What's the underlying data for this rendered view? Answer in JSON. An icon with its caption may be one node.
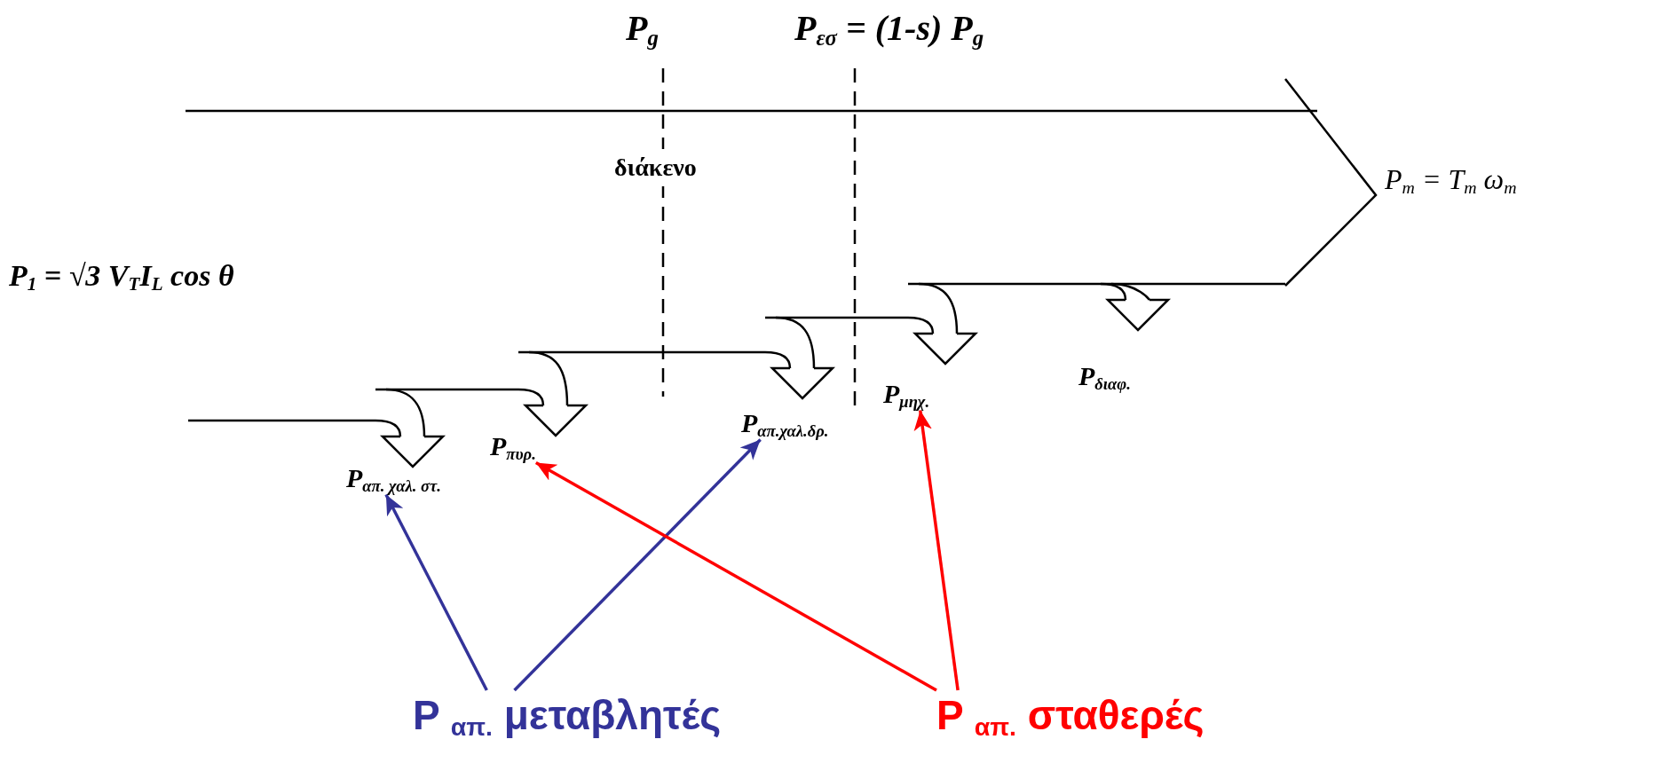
{
  "diagram": {
    "nodes": [
      {
        "text": [
          "P$_{απ. χαλ. στ.}$"
        ]
      },
      {
        "text": [
          "P$_{πυρ.}$"
        ]
      },
      {
        "text": [
          "P$_{απ.χαλ.δρ.}$"
        ]
      },
      {
        "text": [
          "P$_{μηχ.}$"
        ]
      },
      {
        "text": [
          "P$_{διαφ.}$"
        ]
      },
      {
        "text": [
          "P $_{απ.}$ μεταβλητές"
        ]
      },
      {
        "text": [
          "P $_{απ.}$ σταθερές"
        ]
      }
    ],
    "edges": [
      {
        "from": 5,
        "to": 0,
        "arrow": "to",
        "color": "#333399"
      },
      {
        "from": 5,
        "to": 2,
        "arrow": "to",
        "color": "#333399"
      },
      {
        "from": 6,
        "to": 1,
        "arrow": "to",
        "color": "#ff0000"
      },
      {
        "from": 6,
        "to": 3,
        "arrow": "to",
        "color": "#ff0000"
      }
    ],
    "labels": [
      "P$_{1}$ = √3 V$_{T}$I$_{L}$ cos θ",
      "P$_{g}$",
      "P$_{εσ}$ = (1-s) P$_{g}$",
      "διάκενο",
      "P$_{m}$   =   T$_{m}$ ω$_{m}$"
    ]
  }
}
